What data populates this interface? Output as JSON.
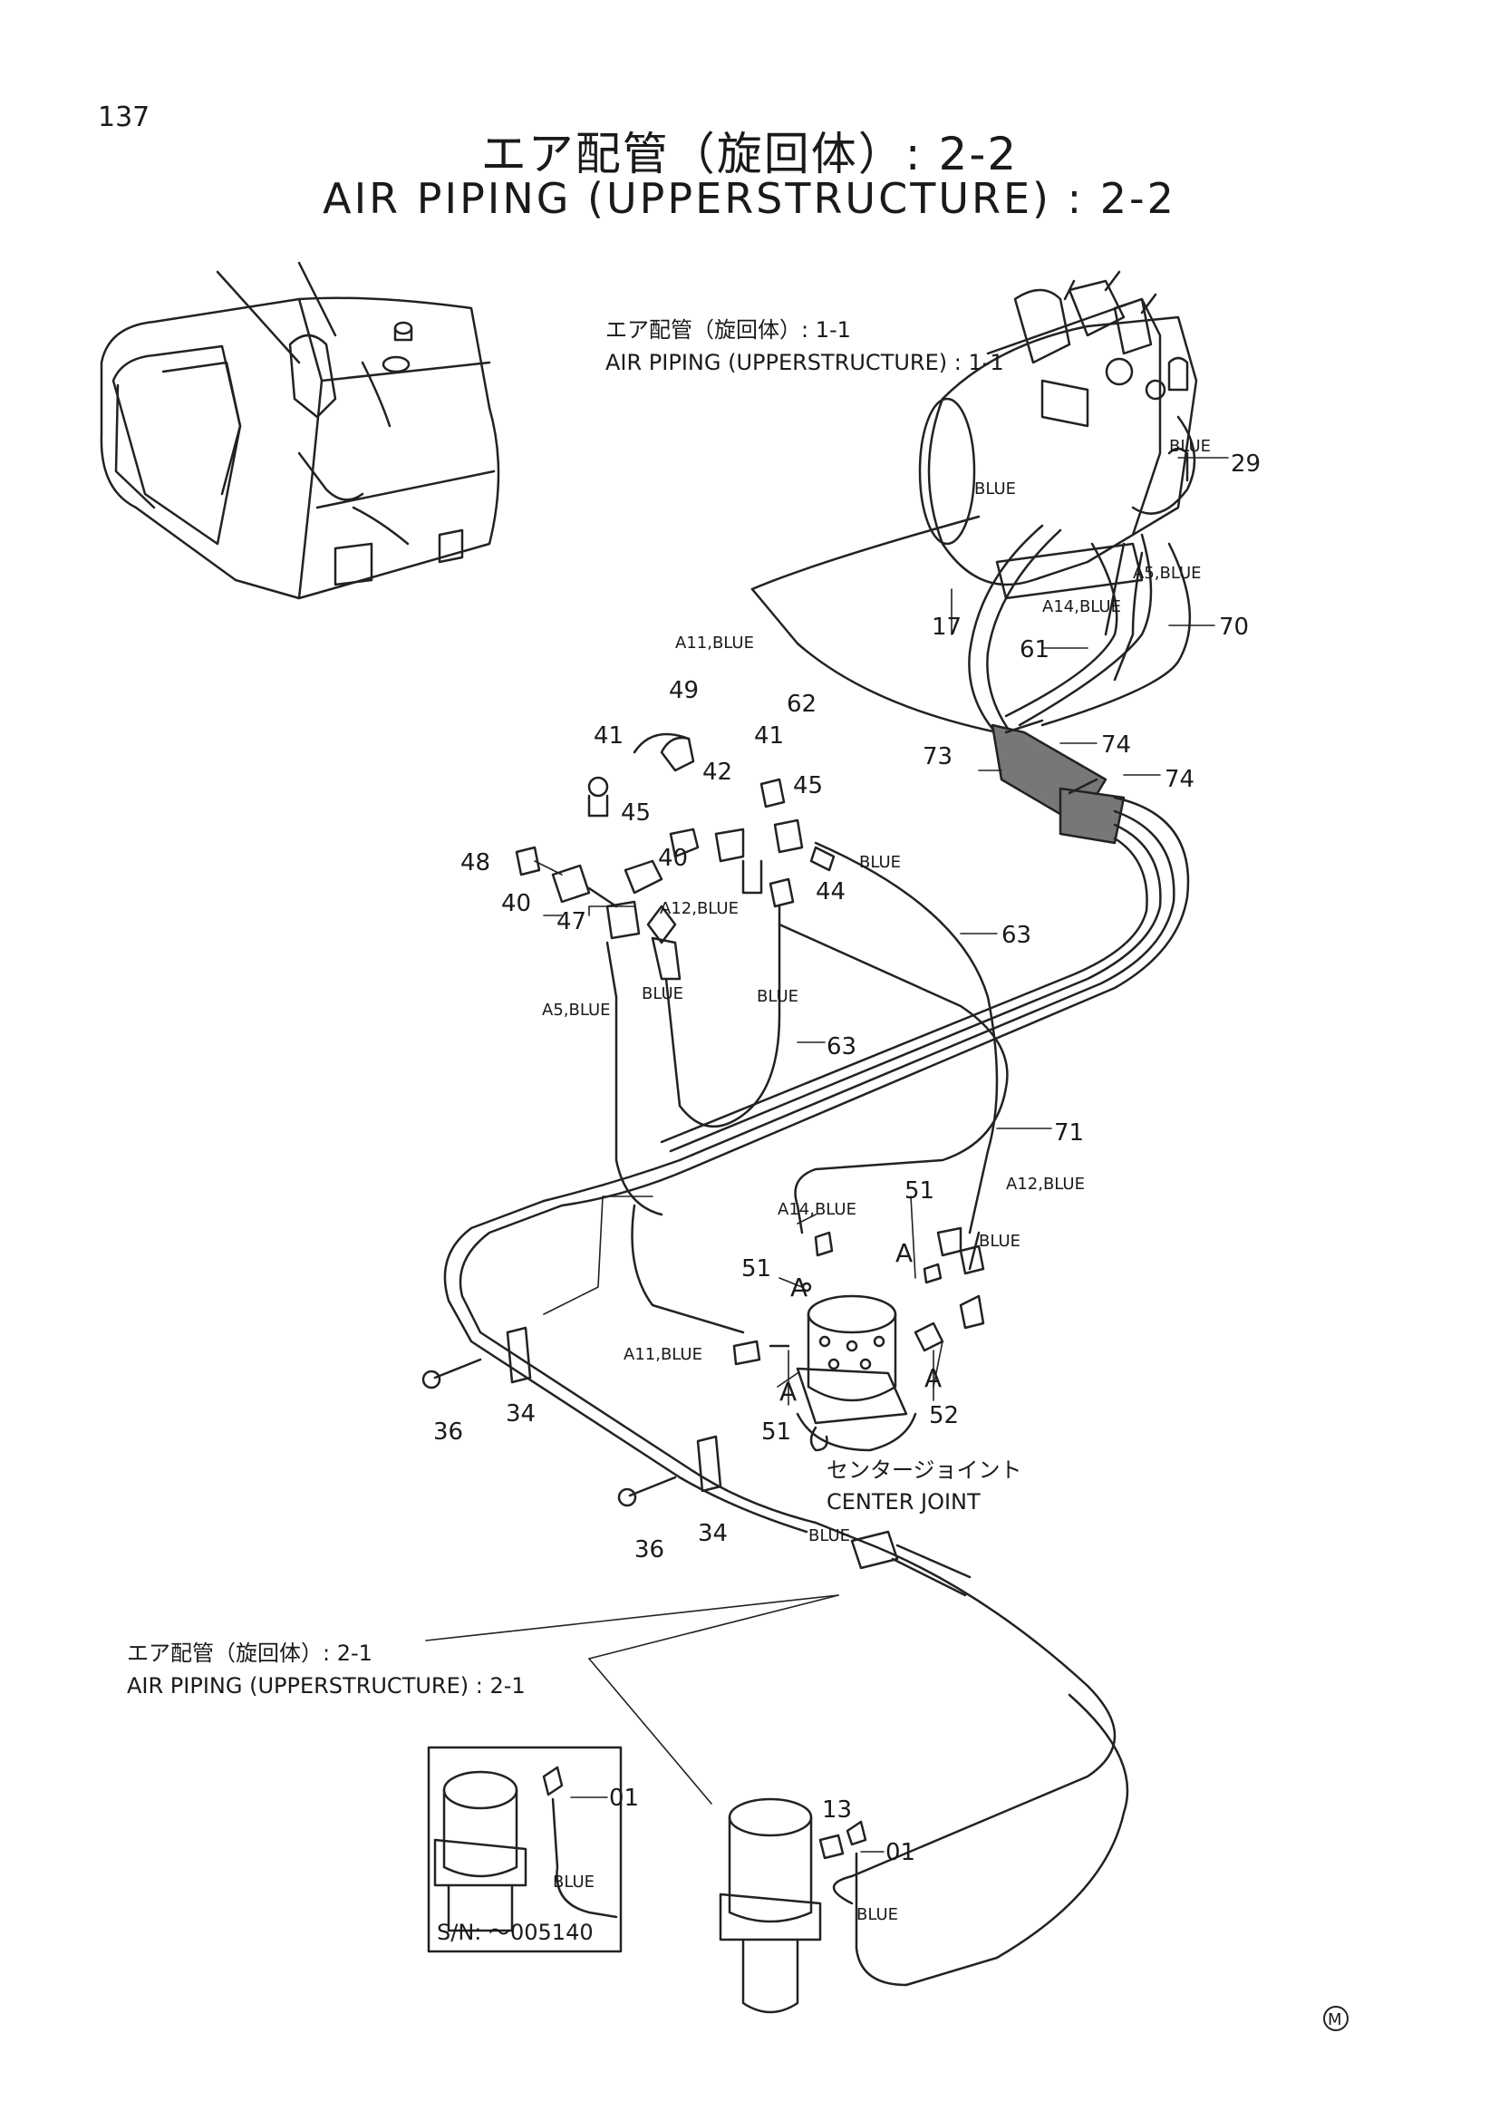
{
  "page_number": "137",
  "title_jp": "エア配管（旋回体）: 2-2",
  "title_en": "AIR PIPING (UPPERSTRUCTURE) : 2-2",
  "refs": {
    "top_jp": "エア配管（旋回体）: 1-1",
    "top_en": "AIR PIPING (UPPERSTRUCTURE) : 1-1",
    "bottom_jp": "エア配管（旋回体）: 2-1",
    "bottom_en": "AIR PIPING (UPPERSTRUCTURE) : 2-1",
    "center_jp": "センタージョイント",
    "center_en": "CENTER JOINT",
    "serial": "S/N: ～005140"
  },
  "labels": {
    "blue": "BLUE",
    "a5_blue": "A5,BLUE",
    "a14_blue": "A14,BLUE",
    "a11_blue": "A11,BLUE",
    "a12_blue": "A12,BLUE",
    "a": "A"
  },
  "parts": {
    "p01": "01",
    "p13": "13",
    "p17": "17",
    "p29": "29",
    "p34": "34",
    "p36": "36",
    "p40": "40",
    "p41": "41",
    "p42": "42",
    "p44": "44",
    "p45": "45",
    "p47": "47",
    "p48": "48",
    "p49": "49",
    "p51": "51",
    "p52": "52",
    "p61": "61",
    "p62": "62",
    "p63": "63",
    "p70": "70",
    "p71": "71",
    "p73": "73",
    "p74": "74"
  },
  "mark": "M"
}
